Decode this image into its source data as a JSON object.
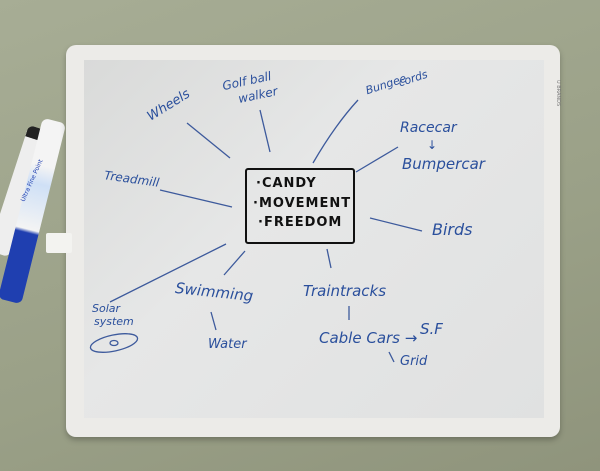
{
  "center_box": {
    "lines": [
      "·CANDY",
      "·MOVEMENT",
      "·FREEDOM"
    ]
  },
  "ideas": {
    "wheels": "Wheels",
    "golf_ball_1": "Golf ball",
    "golf_ball_2": "walker",
    "bungee_1": "Bungee",
    "bungee_2": "cords",
    "racecar": "Racecar",
    "arrow_down": "↓",
    "bumpercar": "Bumpercar",
    "treadmill": "Treadmill",
    "birds": "Birds",
    "solar_1": "Solar",
    "solar_2": "system",
    "swimming": "Swimming",
    "water": "Water",
    "traintracks": "Traintracks",
    "cable_cars": "Cable Cars →",
    "sf": "S.F",
    "grid": "Grid"
  },
  "brand": "U BRANDS",
  "marker_label": "Ultra Fine Point",
  "colors": {
    "ink_blue": "#2a4f9c",
    "ink_black": "#111111",
    "marker_blue": "#1f3fb0"
  }
}
